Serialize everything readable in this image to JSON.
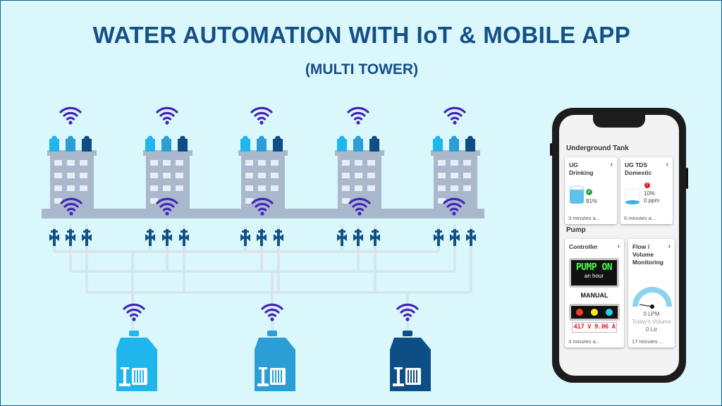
{
  "title": "WATER AUTOMATION WITH IoT & MOBILE APP",
  "subtitle": "(MULTI TOWER)",
  "colors": {
    "title": "#144f86",
    "background": "#daf7fb",
    "tank_light": "#1fb6ee",
    "tank_mid": "#2b9ed6",
    "tank_dark": "#0d4e86",
    "building": "#a9b8cc",
    "wifi": "#4426b8"
  },
  "app": {
    "underground_tank": {
      "section_label": "Underground Tank",
      "cards": [
        {
          "title": "UG Drinking",
          "level": "91%",
          "status_icon": "check-icon",
          "updated": "3 minutes a..."
        },
        {
          "title": "UG TDS Domestic",
          "level": "10%",
          "value": "0 ppm",
          "status_icon": "alert-icon",
          "alert_symbol": "!",
          "updated": "6 minutes a..."
        }
      ]
    },
    "pump": {
      "section_label": "Pump",
      "controller": {
        "title": "Controller",
        "display_main": "PUMP ON",
        "display_sub": "an hour",
        "mode": "MANUAL",
        "indicator_colors": [
          "#ff3b1f",
          "#ffe81a",
          "#22d3e6"
        ],
        "voltage": "417 V",
        "current": "9.06 A",
        "updated": "3 minutes a..."
      },
      "flow": {
        "title": "Flow / Volume Monitoring",
        "flow_rate": "0 LPM",
        "volume_label": "Today's Volume",
        "volume": "0 Ltr",
        "updated": "17 minutes ..."
      }
    }
  }
}
